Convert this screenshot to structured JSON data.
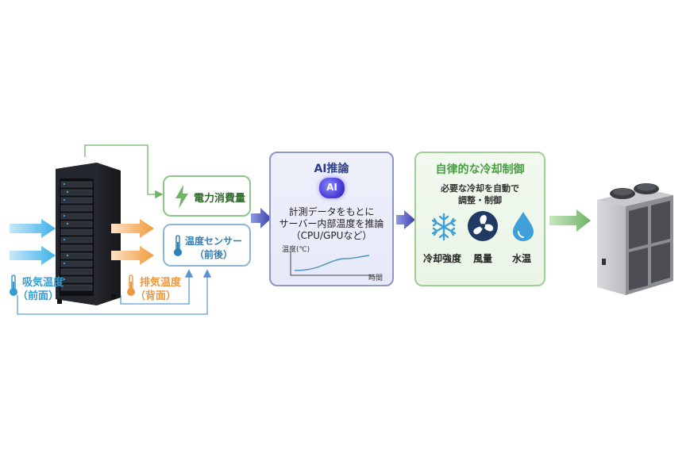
{
  "colors": {
    "green_accent": "#6fb366",
    "blue_accent": "#3a9ad0",
    "orange_accent": "#ec9840",
    "ai_border": "#8e97c9",
    "ai_title": "#2a3d8f",
    "control_title": "#4a9c42"
  },
  "server": {
    "intake_label_1": "吸気温度",
    "intake_label_2": "（前面）",
    "exhaust_label_1": "排気温度",
    "exhaust_label_2": "（背面）"
  },
  "power": {
    "label": "電力消費量",
    "icon": "lightning-icon"
  },
  "sensor": {
    "label_1": "温度センサー",
    "label_2": "（前後）",
    "icon": "thermometer-icon"
  },
  "ai": {
    "title": "AI推論",
    "icon_text": "AI",
    "line_1": "計測データをもとに",
    "line_2": "サーバー内部温度を推論",
    "line_3": "（CPU/GPUなど）",
    "graph_ylabel": "温度(℃)",
    "graph_xlabel": "時間"
  },
  "control": {
    "title": "自律的な冷却制御",
    "line_1": "必要な冷却を自動で",
    "line_2": "調整・制御",
    "items": [
      {
        "label": "冷却強度",
        "icon": "snowflake-icon"
      },
      {
        "label": "風量",
        "icon": "fan-icon"
      },
      {
        "label": "水温",
        "icon": "water-drop-icon"
      }
    ]
  }
}
